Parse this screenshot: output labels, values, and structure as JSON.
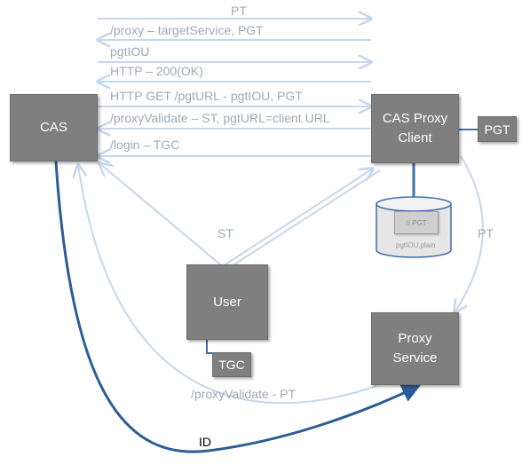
{
  "nodes": {
    "cas": "CAS",
    "proxy_client": "CAS Proxy\nClient",
    "user": "User",
    "proxy_service": "Proxy\nService"
  },
  "tags": {
    "pgt": "PGT",
    "tgc": "TGC"
  },
  "database": {
    "inner_label": "// PGT",
    "caption": "pgtIOU,plain"
  },
  "messages": [
    "PT",
    "/proxy – targetService, PGT",
    "pgtIOU",
    "HTTP – 200(OK)",
    "HTTP GET /pgtURL - pgtIOU, PGT",
    "/proxyValidate – ST, pgtURL=client URL",
    "/login – TGC"
  ],
  "edge_labels": {
    "st": "ST",
    "pt_side": "PT",
    "proxy_validate": "/proxyValidate - PT",
    "id": "ID"
  },
  "colors": {
    "box_fill": "#7f7f7f",
    "arrow_light": "#c5d7ec",
    "arrow_dark": "#2e5c94",
    "connector_blue": "#3f6fad"
  }
}
